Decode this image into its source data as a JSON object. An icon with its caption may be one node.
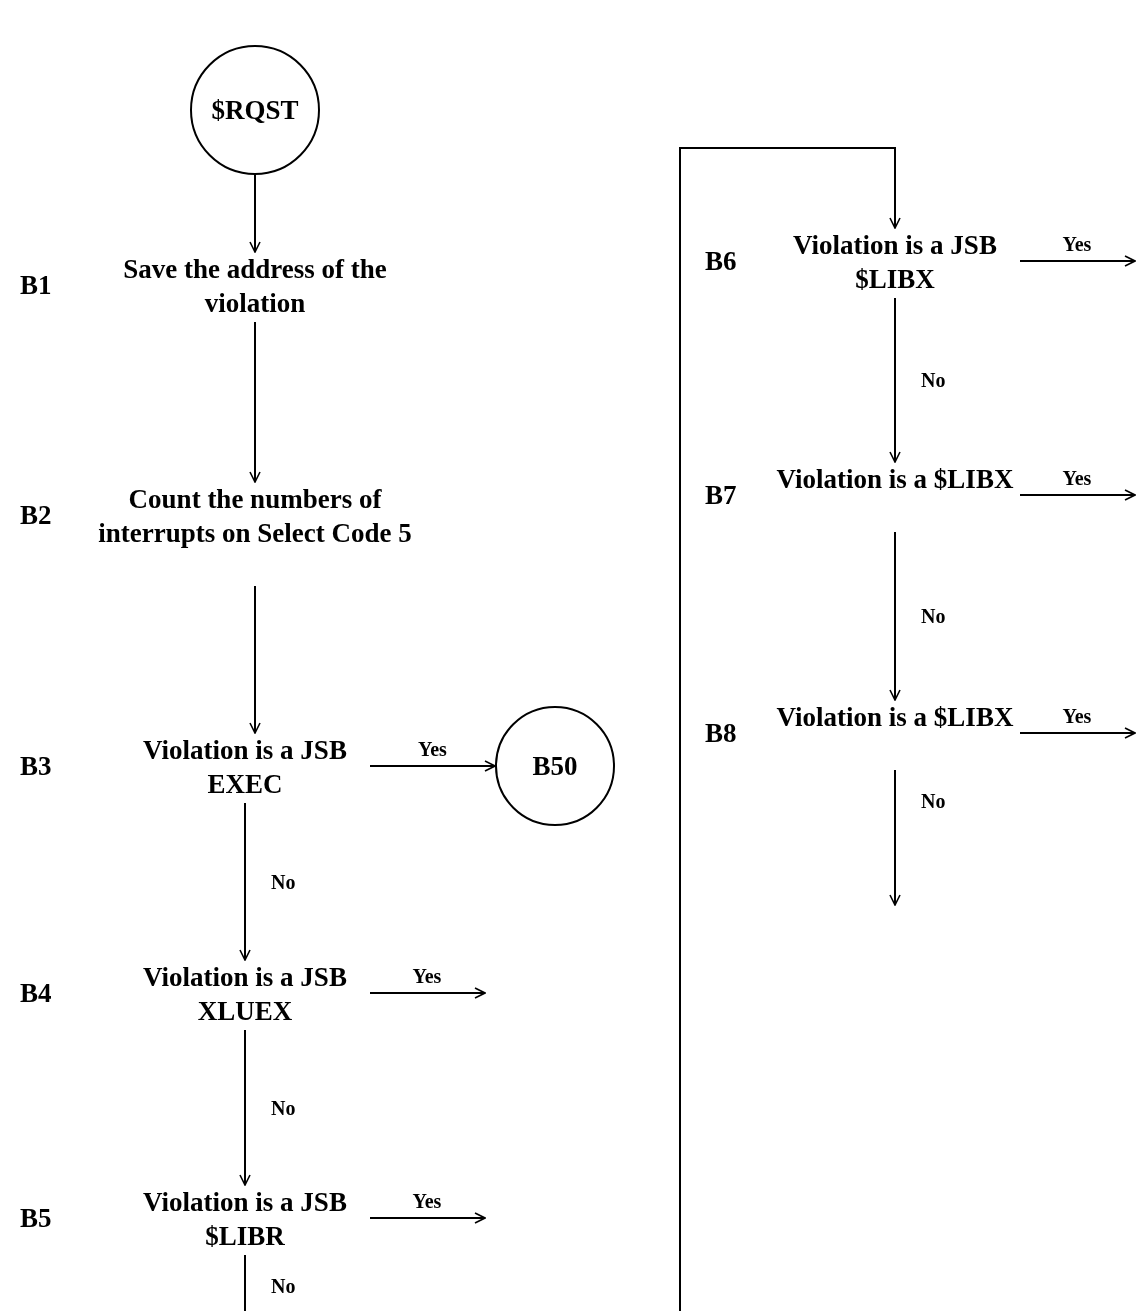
{
  "diagram": {
    "nodes": [
      {
        "text": [
          "$RQST"
        ]
      },
      {
        "text": [
          "Save the address of the violation"
        ],
        "beside": [
          "B1"
        ]
      },
      {
        "text": [
          "Count the numbers of interrupts on Select Code 5"
        ],
        "beside": [
          "B2"
        ]
      },
      {
        "text": [
          "Violation is a JSB EXEC"
        ],
        "beside": [
          "B3"
        ]
      },
      {
        "text": [
          "B50"
        ]
      },
      {
        "text": [
          "Violation is a JSB XLUEX"
        ],
        "beside": [
          "B4"
        ]
      },
      {
        "text": [
          "Violation is a JSB $LIBR"
        ],
        "beside": [
          "B5"
        ]
      },
      {
        "text": [
          "Violation is a JSB $LIBX"
        ],
        "beside": [
          "B6"
        ]
      },
      {
        "text": [
          "Violation is a $LIBX"
        ],
        "beside": [
          "B7"
        ]
      },
      {
        "text": [
          "Violation is a $LIBX"
        ],
        "beside": [
          "B8"
        ]
      }
    ],
    "edges": [
      {
        "from": 0,
        "to": 1,
        "arrow": "to"
      },
      {
        "from": 1,
        "to": 2,
        "arrow": "to"
      },
      {
        "from": 2,
        "to": 3,
        "arrow": "to"
      },
      {
        "from": 3,
        "to": 4,
        "arrow": "to",
        "label": "Yes"
      },
      {
        "from": 3,
        "to": 5,
        "arrow": "to",
        "label": "No"
      },
      {
        "from": 5,
        "to": null,
        "arrow": "to",
        "label": "Yes"
      },
      {
        "from": 5,
        "to": 6,
        "arrow": "to",
        "label": "No"
      },
      {
        "from": 6,
        "to": null,
        "arrow": "to",
        "label": "Yes"
      },
      {
        "from": 6,
        "to": null,
        "arrow": "none",
        "label": "No"
      },
      {
        "from": null,
        "to": 7,
        "arrow": "to"
      },
      {
        "from": 7,
        "to": null,
        "arrow": "to",
        "label": "Yes"
      },
      {
        "from": 7,
        "to": 8,
        "arrow": "to",
        "label": "No"
      },
      {
        "from": 8,
        "to": null,
        "arrow": "to",
        "label": "Yes"
      },
      {
        "from": 8,
        "to": 9,
        "arrow": "to",
        "label": "No"
      },
      {
        "from": 9,
        "to": null,
        "arrow": "to",
        "label": "Yes"
      },
      {
        "from": 9,
        "to": null,
        "arrow": "to",
        "label": "No"
      }
    ]
  }
}
